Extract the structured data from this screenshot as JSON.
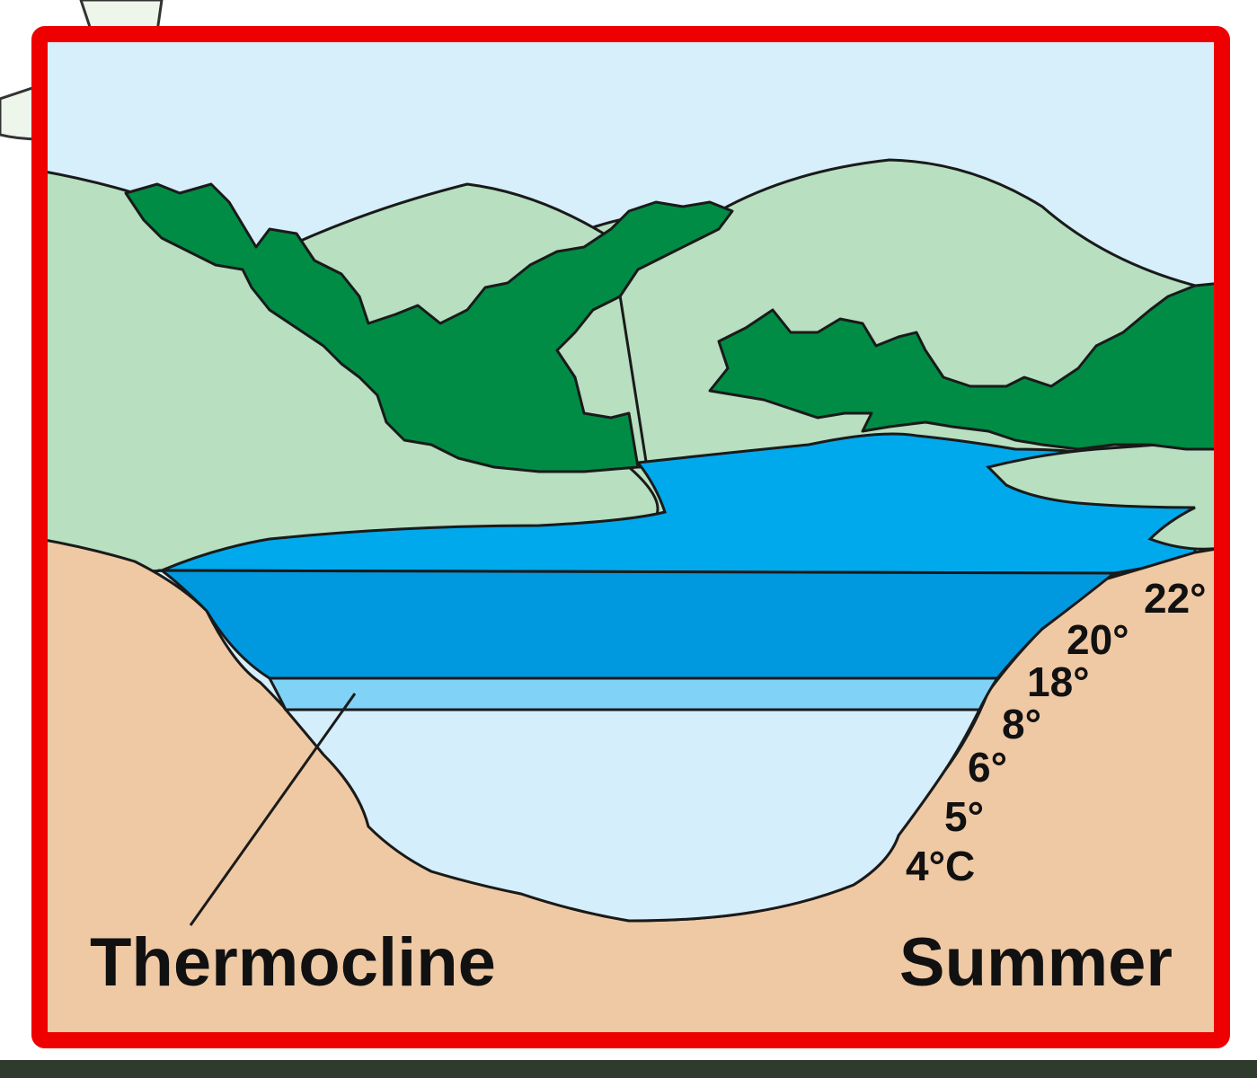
{
  "diagram": {
    "labels": {
      "thermocline": "Thermocline",
      "season": "Summer"
    },
    "temperature_labels": [
      "22°",
      "20°",
      "18°",
      "8°",
      "6°",
      "5°",
      "4°C"
    ],
    "colors": {
      "frame": "#ee0000",
      "sky": "#d7eefb",
      "hills": "#b7dfc0",
      "trees": "#008c45",
      "water_surface": "#00a9ec",
      "water_epilimnion": "#0099e0",
      "water_thermocline": "#80d3f7",
      "water_hypolimnion": "#d5eefb",
      "ground": "#efc9a4",
      "outline": "#1a1a1a"
    }
  }
}
